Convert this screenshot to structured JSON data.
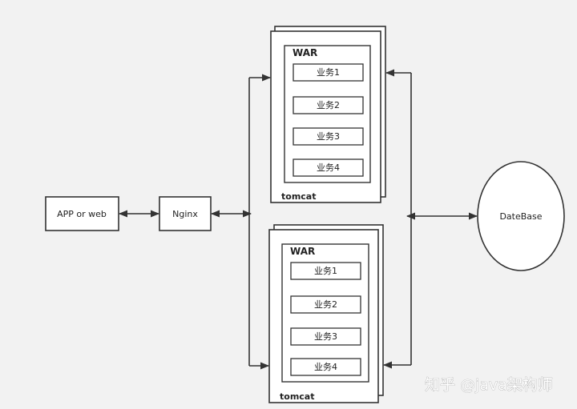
{
  "nodes": {
    "client": "APP or web",
    "proxy": "Nginx",
    "database": "DateBase"
  },
  "servers": [
    {
      "label": "tomcat",
      "war": "WAR",
      "services": [
        "业务1",
        "业务2",
        "业务3",
        "业务4"
      ]
    },
    {
      "label": "tomcat",
      "war": "WAR",
      "services": [
        "业务1",
        "业务2",
        "业务3",
        "业务4"
      ]
    }
  ],
  "watermark": "知乎 @java架构师"
}
